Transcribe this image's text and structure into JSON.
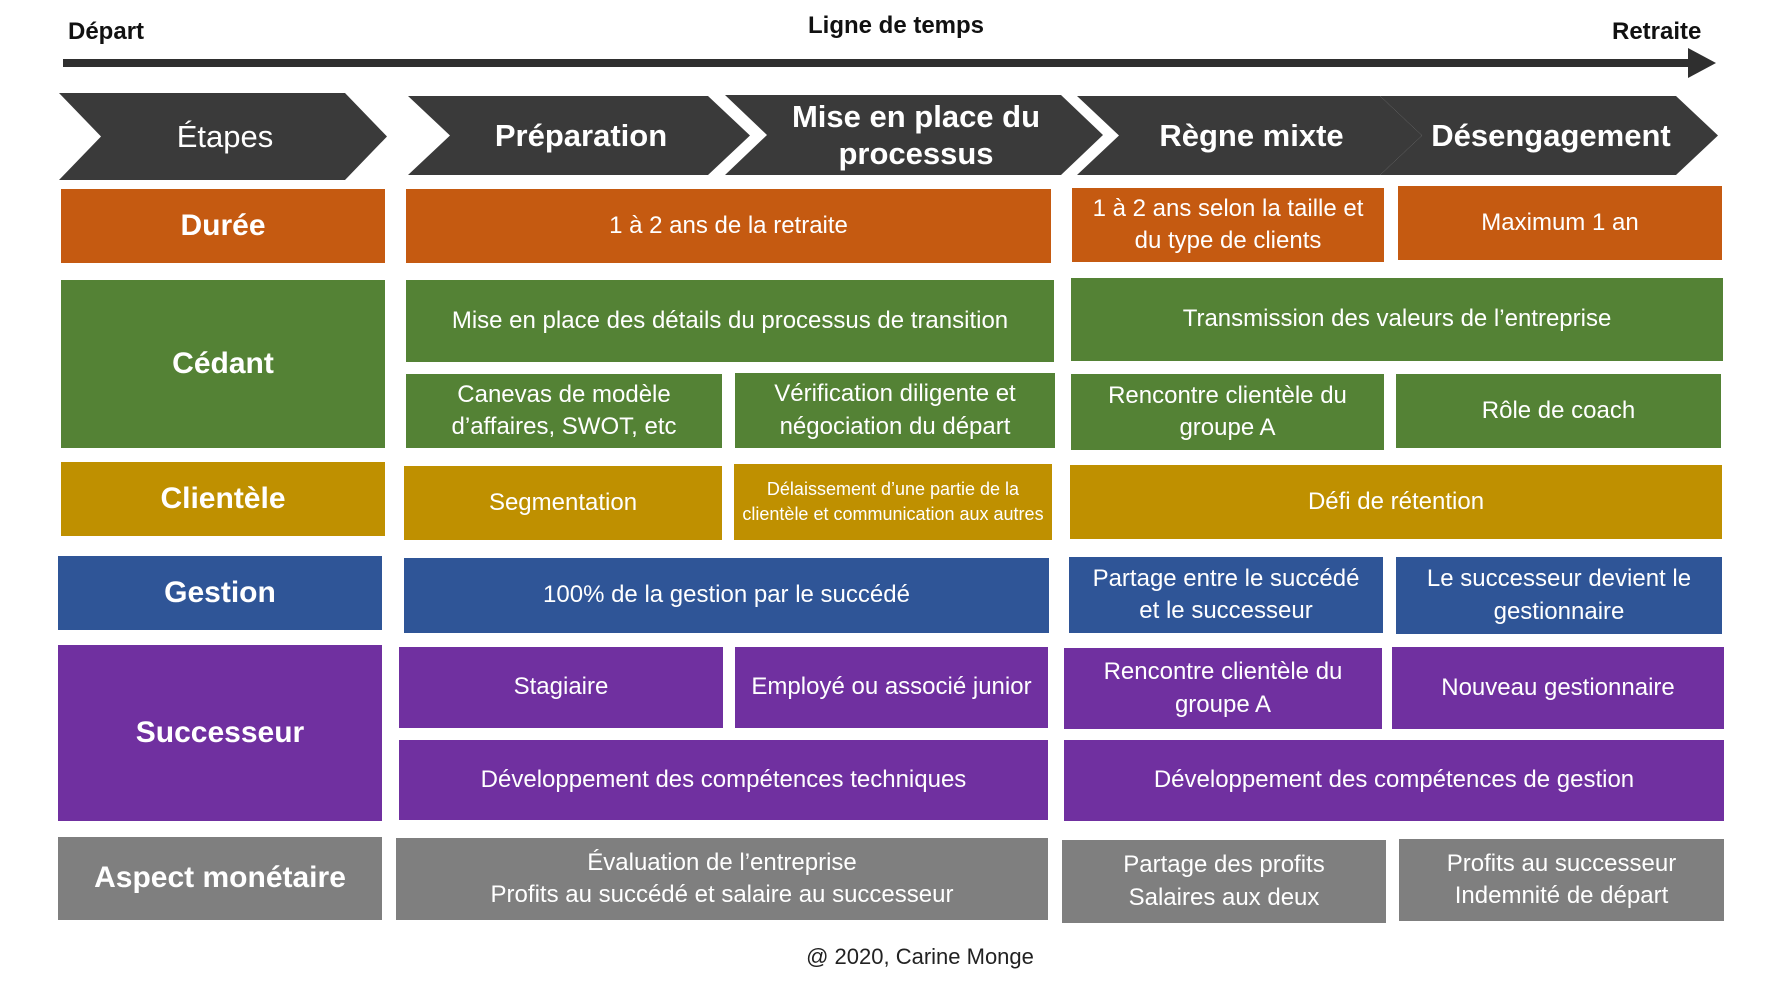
{
  "timeline": {
    "start_label": "Départ",
    "title": "Ligne de temps",
    "end_label": "Retraite"
  },
  "colors": {
    "arrow": "#2f2f2f",
    "chevron": "#3a3a3a",
    "duree": "#c55a11",
    "cedant": "#548235",
    "clientele": "#bf9000",
    "gestion": "#2f5597",
    "successeur": "#7030a0",
    "aspect": "#7f7f7f"
  },
  "stages": {
    "etapes": "Étapes",
    "preparation": "Préparation",
    "mise_en_place": "Mise en place du processus",
    "regne_mixte": "Règne mixte",
    "desengagement": "Désengagement"
  },
  "rows": {
    "duree": {
      "label": "Durée",
      "prep_mise": "1 à 2 ans de la retraite",
      "regne": "1 à 2 ans selon la taille et du type de clients",
      "desengagement": "Maximum 1 an"
    },
    "cedant": {
      "label": "Cédant",
      "prep_mise_top": "Mise en place des détails du processus de transition",
      "regne_desen_top": "Transmission des valeurs de l’entreprise",
      "prep": "Canevas de modèle d’affaires, SWOT, etc",
      "mise": "Vérification diligente et négociation du départ",
      "regne": "Rencontre clientèle  du groupe A",
      "desengagement": "Rôle de coach"
    },
    "clientele": {
      "label": "Clientèle",
      "prep": "Segmentation",
      "mise": "Délaissement d’une partie de la clientèle et communication aux autres",
      "regne_desen": "Défi de rétention"
    },
    "gestion": {
      "label": "Gestion",
      "prep_mise": "100% de la gestion par le succédé",
      "regne": "Partage entre le succédé et le successeur",
      "desengagement": "Le successeur devient le gestionnaire"
    },
    "successeur": {
      "label": "Successeur",
      "prep": "Stagiaire",
      "mise": "Employé ou associé junior",
      "regne": "Rencontre clientèle du groupe A",
      "desengagement": "Nouveau gestionnaire",
      "prep_mise_bottom": "Développement des compétences techniques",
      "regne_desen_bottom": "Développement des compétences de gestion"
    },
    "aspect": {
      "label": "Aspect monétaire",
      "prep_mise_line1": "Évaluation de l’entreprise",
      "prep_mise_line2": "Profits au succédé et salaire au successeur",
      "regne_line1": "Partage des profits",
      "regne_line2": "Salaires aux deux",
      "desen_line1": "Profits au successeur",
      "desen_line2": "Indemnité de départ"
    }
  },
  "footer": {
    "copyright": "@ 2020, Carine Monge"
  }
}
